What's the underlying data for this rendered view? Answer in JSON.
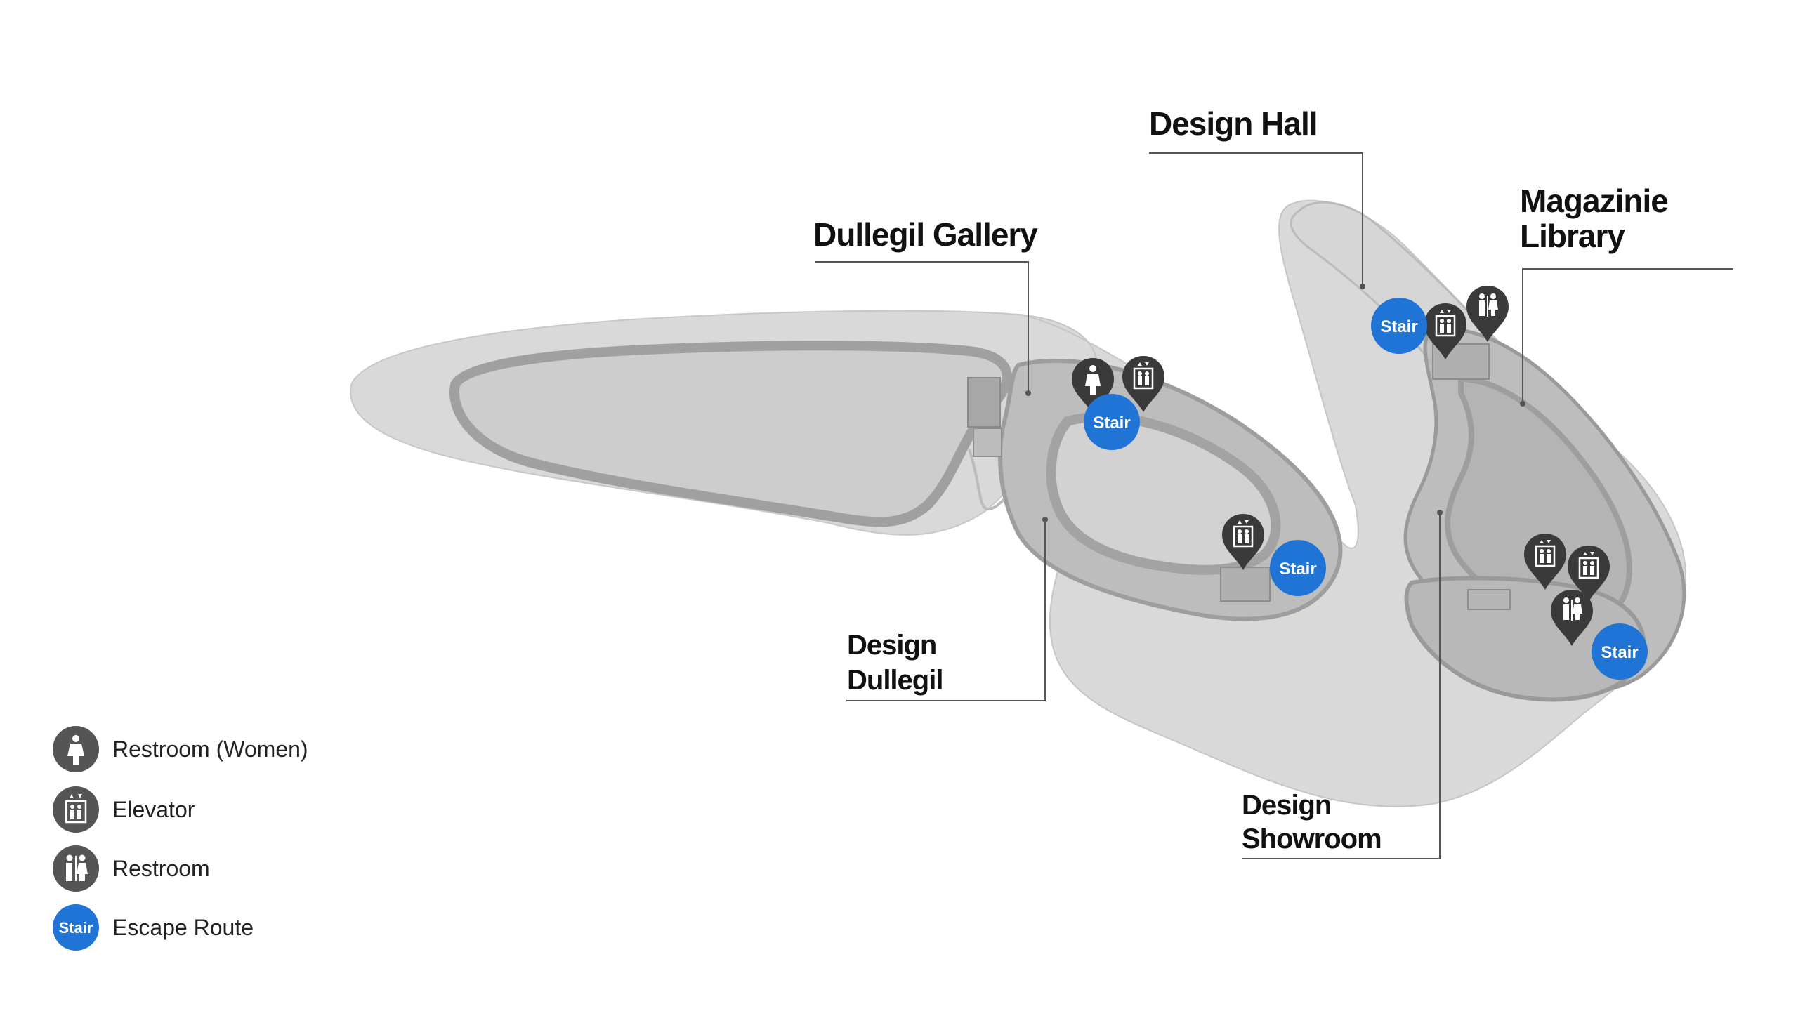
{
  "areas": {
    "design_hall": "Design Hall",
    "dullegil_gallery": "Dullegil Gallery",
    "magazine_library_line1": "Magazinie",
    "magazine_library_line2": "Library",
    "design_dullegil_line1": "Design",
    "design_dullegil_line2": "Dullegil",
    "design_showroom_line1": "Design",
    "design_showroom_line2": "Showroom"
  },
  "markers": {
    "stair_label": "Stair"
  },
  "legend": {
    "items": [
      {
        "icon": "restroom-women-icon",
        "label": "Restroom (Women)"
      },
      {
        "icon": "elevator-icon",
        "label": "Elevator"
      },
      {
        "icon": "restroom-icon",
        "label": "Restroom"
      },
      {
        "icon": "escape-route-icon",
        "label": "Escape Route",
        "badge": "Stair"
      }
    ]
  },
  "colors": {
    "floor": "#d9d9d9",
    "floor_edge": "#c4c4c4",
    "wall": "#a6a6a6",
    "inner_floor": "#cfcfcf",
    "pin": "#3a3a3a",
    "stair": "#1f74d6",
    "legend_icon": "#555555"
  }
}
